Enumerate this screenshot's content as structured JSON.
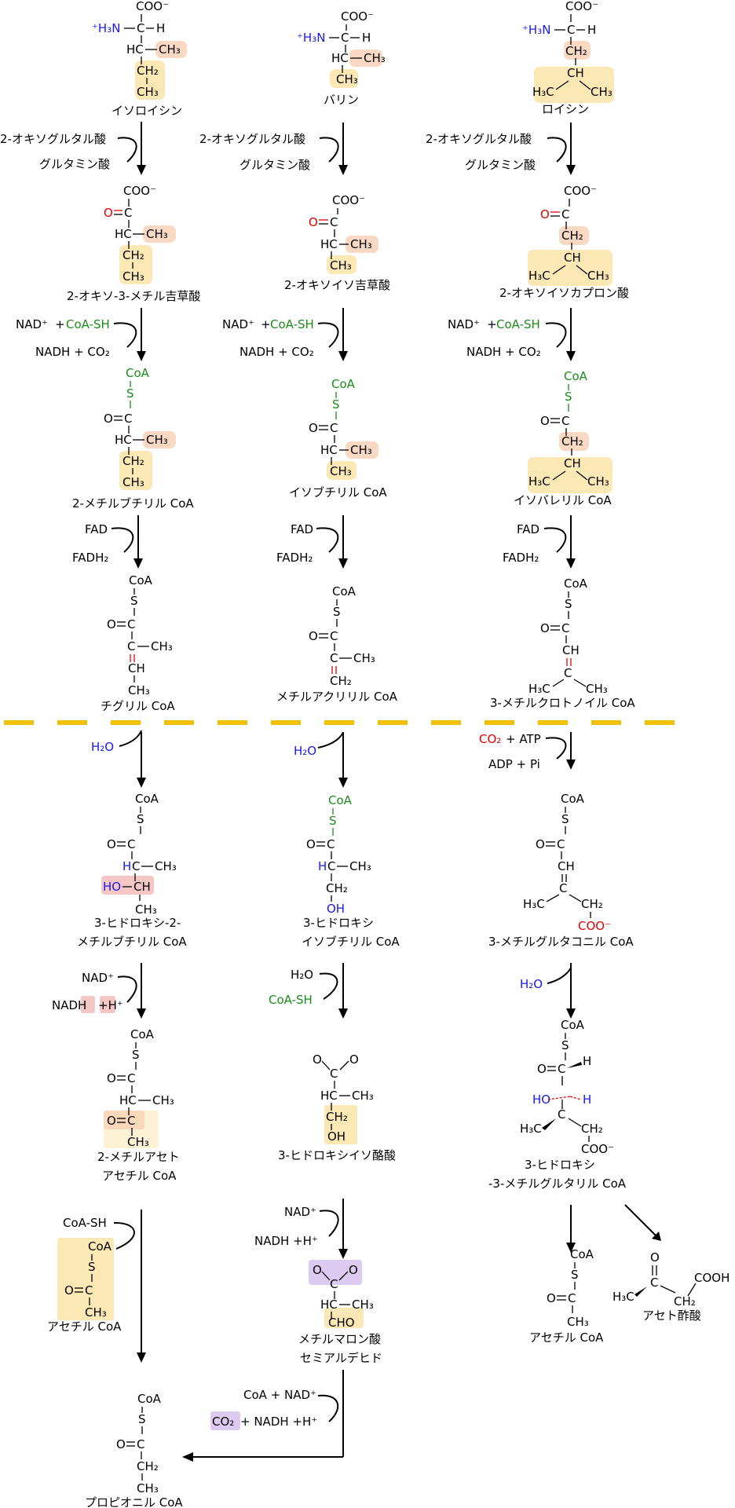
{
  "colors": {
    "divider": "#f2c200",
    "amine": "#1a1ae6",
    "oxygen_red": "#e60000",
    "coa_green": "#1a8c1a",
    "highlight_peach": "#f9d9c4",
    "highlight_yellow": "#fbe8b4",
    "highlight_pink": "#f5c6c6",
    "highlight_purple": "#dccaf0"
  },
  "atoms": {
    "coo": "COO⁻",
    "h3n": "⁺H₃N",
    "c": "C",
    "h": "H",
    "hc": "HC",
    "ch": "CH",
    "ch2": "CH₂",
    "ch3": "CH₃",
    "h3c": "H₃C",
    "o": "O",
    "coa": "CoA",
    "s": "S",
    "oh": "OH",
    "ho": "HO",
    "cho": "CHO",
    "cooh": "COOH"
  },
  "columns": {
    "isoleucine": {
      "s1": "イソロイシン",
      "s2": "2-オキソ-3-メチル吉草酸",
      "s3": "2-メチルブチリル CoA",
      "s4": "チグリル CoA",
      "s5a": "3-ヒドロキシ-2-",
      "s5b": "メチルブチリル CoA",
      "s6a": "2-メチルアセト",
      "s6b": "アセチル CoA",
      "s7": "アセチル CoA",
      "s8": "プロピオニル CoA"
    },
    "valine": {
      "s1": "バリン",
      "s2": "2-オキソイソ吉草酸",
      "s3": "イソブチリル CoA",
      "s4": "メチルアクリリル CoA",
      "s5a": "3-ヒドロキシ",
      "s5b": "イソブチリル CoA",
      "s6": "3-ヒドロキシイソ酪酸",
      "s7a": "メチルマロン酸",
      "s7b": "セミアルデヒド"
    },
    "leucine": {
      "s1": "ロイシン",
      "s2": "2-オキソイソカプロン酸",
      "s3": "イソバレリル CoA",
      "s4": "3-メチルクロトノイル CoA",
      "s5": "3-メチルグルタコニル CoA",
      "s6a": "3-ヒドロキシ",
      "s6b": "-3-メチルグルタリル CoA",
      "s7a": "アセチル CoA",
      "s7b": "アセト酢酸"
    }
  },
  "reagents": {
    "oxoglutarate": "2-オキソグルタル酸",
    "glutamate": "グルタミン酸",
    "nad_plus": "NAD⁺",
    "plus": "+",
    "coa_sh": "CoA-SH",
    "nadh_co2": "NADH + CO₂",
    "fad": "FAD",
    "fadh2": "FADH₂",
    "h2o": "H₂O",
    "co2": "CO₂",
    "atp": "+ ATP",
    "adp_pi": "ADP + Pi",
    "nadh": "NADH",
    "h_plus": "+H⁺",
    "nadh_h": "NADH +H⁺",
    "coa_nad": "CoA + NAD⁺",
    "nadh_h2": "+ NADH +H⁺"
  }
}
